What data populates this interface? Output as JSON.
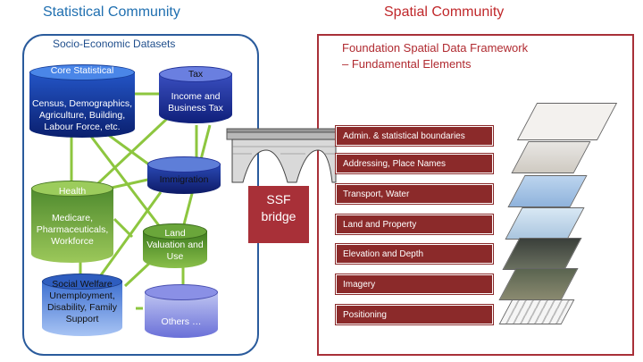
{
  "headers": {
    "statistical": "Statistical Community",
    "spatial": "Spatial Community"
  },
  "statistical_box": {
    "subtitle": "Socio-Economic Datasets"
  },
  "spatial_box": {
    "subtitle_line1": "Foundation Spatial Data Framework",
    "subtitle_line2": "– Fundamental Elements"
  },
  "datasets": {
    "core": {
      "title": "Core Statistical",
      "body": "Census, Demographics, Agriculture, Building, Labour Force, etc."
    },
    "tax": {
      "title": "Tax",
      "body": "Income and Business Tax"
    },
    "immigration": {
      "title": "Immigration"
    },
    "health": {
      "title": "Health",
      "body": "Medicare, Pharmaceuticals, Workforce"
    },
    "land": {
      "body": "Land Valuation and Use"
    },
    "welfare": {
      "body": "Social Welfare Unemployment, Disability, Family Support"
    },
    "others": {
      "body": "Others …"
    }
  },
  "bridge": {
    "label_line1": "SSF",
    "label_line2": "bridge"
  },
  "layers": [
    "Admin. & statistical boundaries",
    "Addressing, Place Names",
    "Transport, Water",
    "Land and Property",
    "Elevation and Depth",
    "Imagery",
    "Positioning"
  ],
  "colors": {
    "statistical_accent": "#1f6fb0",
    "spatial_accent": "#c0282b",
    "layer_fill": "#8b2a2a",
    "link_green": "#8dc63f"
  }
}
